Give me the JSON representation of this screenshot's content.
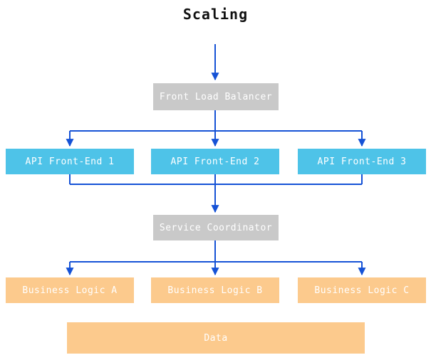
{
  "title": "Scaling",
  "colors": {
    "arrow": "#1552d6",
    "balancer_box": "#c9c9c9",
    "api_box": "#4ec3e8",
    "logic_box": "#fcca8d",
    "text": "#ffffff"
  },
  "nodes": {
    "load_balancer": "Front Load Balancer",
    "api_frontends": [
      "API Front-End 1",
      "API Front-End 2",
      "API Front-End 3"
    ],
    "coordinator": "Service Coordinator",
    "business_logic": [
      "Business Logic A",
      "Business Logic B",
      "Business Logic C"
    ],
    "data_store": "Data"
  }
}
